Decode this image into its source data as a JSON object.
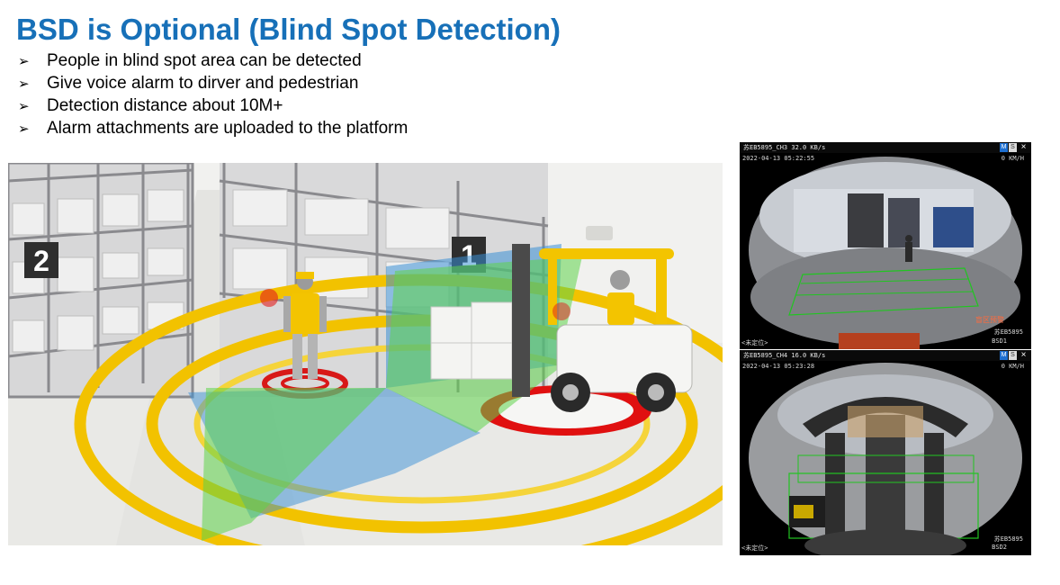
{
  "title": "BSD is Optional (Blind Spot Detection)",
  "bullets": [
    "People in blind spot area can be detected",
    "Give voice alarm to dirver and pedestrian",
    "Detection distance about 10M+",
    "Alarm attachments are uploaded to the platform"
  ],
  "bullet_icon": "arrow-bullet-icon",
  "illustration": {
    "rack_numbers": [
      "2",
      "1"
    ]
  },
  "cameras": [
    {
      "header": "苏EB5895_CH3 32.0 KB/s",
      "timestamp": "2022-04-13 05:22:55",
      "speed": "0 KM/H",
      "alert": "盲区预警",
      "location": "<未定位>",
      "plate": "苏EB5895",
      "channel": "BSD1"
    },
    {
      "header": "苏EB5895_CH4 16.0 KB/s",
      "timestamp": "2022-04-13 05:23:28",
      "speed": "0 KM/H",
      "location": "<未定位>",
      "plate": "苏EB5895",
      "channel": "BSD2"
    }
  ],
  "colors": {
    "title": "#1770b8",
    "zone_blue": "#3a8fd6",
    "zone_green": "#5fd34a",
    "ring_yellow": "#f2c200",
    "ring_red": "#e01010",
    "detect_box": "#21c521"
  }
}
